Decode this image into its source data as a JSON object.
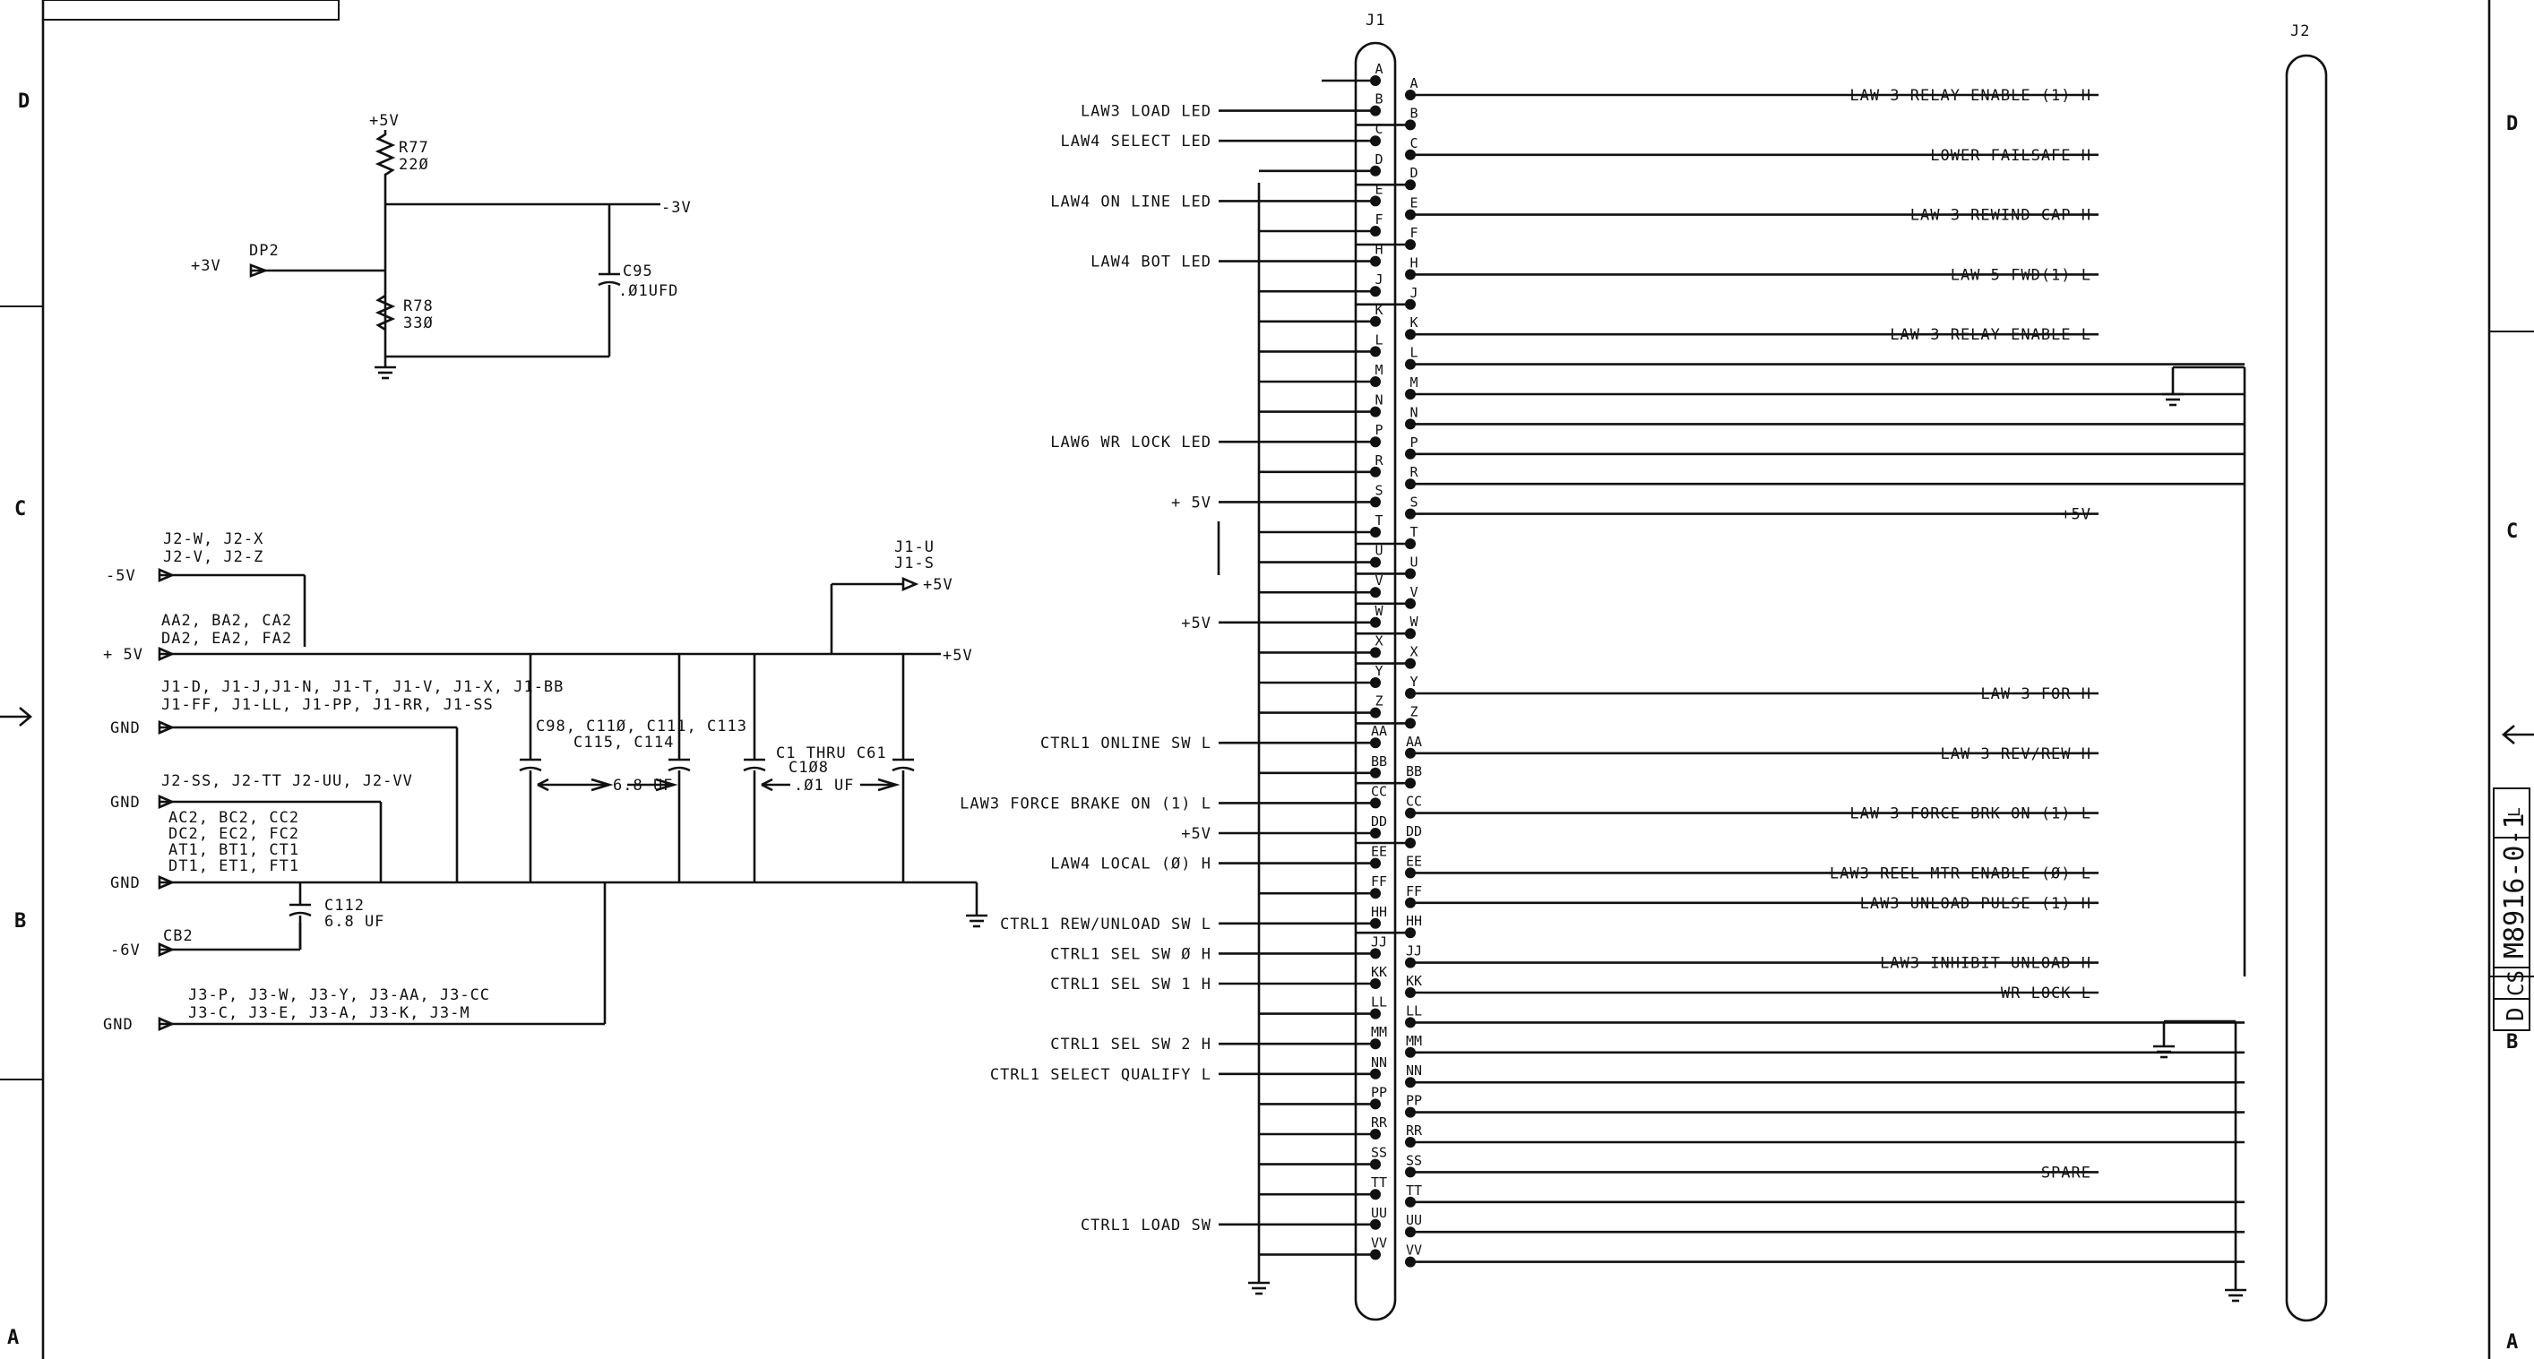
{
  "zones": {
    "left": [
      "D",
      "C",
      "B",
      "A"
    ],
    "right": [
      "D",
      "C",
      "B",
      "A"
    ]
  },
  "title_block": {
    "size": "D",
    "code": "CS",
    "number": "M8916-0-1",
    "rev": "L"
  },
  "power_divider": {
    "supply": "+5V",
    "r77": [
      "R77",
      "22Ø"
    ],
    "r78": [
      "R78",
      "33Ø"
    ],
    "c95": [
      "C95",
      ".Ø1UFD"
    ],
    "dp2": "DP2",
    "in": "+3V",
    "out": "-3V"
  },
  "power_bus": {
    "neg5_refs": [
      "J2-W, J2-X",
      "J2-V, J2-Z"
    ],
    "neg5": "-5V",
    "pos5_refs": [
      "AA2, BA2, CA2",
      "DA2, EA2, FA2"
    ],
    "pos5": "+ 5V",
    "j1_refs": [
      "J1-D, J1-J,J1-N, J1-T, J1-V, J1-X, J1-BB",
      "J1-FF, J1-LL, J1-PP, J1-RR, J1-SS"
    ],
    "gnd": "GND",
    "j2_refs": [
      "J2-SS, J2-TT J2-UU, J2-VV"
    ],
    "gnd_refs": [
      "AC2, BC2, CC2",
      "DC2, EC2, FC2",
      "AT1, BT1, CT1",
      "DT1, ET1, FT1"
    ],
    "c112": [
      "C112",
      "6.8 UF"
    ],
    "neg6": "-6V",
    "cb2": "CB2",
    "j3_refs": [
      "J3-P, J3-W, J3-Y, J3-AA, J3-CC",
      "J3-C, J3-E, J3-A, J3-K, J3-M"
    ],
    "c98_refs": [
      "C98, C11Ø, C111, C113",
      "C115, C114"
    ],
    "c98_val": "6.8 UF",
    "c1_refs": [
      "C1 THRU C61",
      "C1Ø8"
    ],
    "c1_val": ".Ø1 UF",
    "j1u": [
      "J1-U",
      "J1-S"
    ],
    "out_pos5": "+5V",
    "bus_out": "+5V"
  },
  "j1": {
    "name": "J1",
    "pins": [
      "A",
      "B",
      "C",
      "D",
      "E",
      "F",
      "H",
      "J",
      "K",
      "L",
      "M",
      "N",
      "P",
      "R",
      "S",
      "T",
      "U",
      "V",
      "W",
      "X",
      "Y",
      "Z",
      "AA",
      "BB",
      "CC",
      "DD",
      "EE",
      "FF",
      "HH",
      "JJ",
      "KK",
      "LL",
      "MM",
      "NN",
      "PP",
      "RR",
      "SS",
      "TT",
      "UU",
      "VV"
    ],
    "signals": [
      {
        "pin": 1,
        "label": "LAW3 LOAD LED"
      },
      {
        "pin": 2,
        "label": "LAW4 SELECT LED"
      },
      {
        "pin": 4,
        "label": "LAW4 ON LINE LED"
      },
      {
        "pin": 6,
        "label": "LAW4 BOT LED"
      },
      {
        "pin": 12,
        "label": "LAW6 WR LOCK LED"
      },
      {
        "pin": 14,
        "label": "+ 5V"
      },
      {
        "pin": 18,
        "label": "+5V"
      },
      {
        "pin": 22,
        "label": "CTRL1 ONLINE SW L"
      },
      {
        "pin": 24,
        "label": "LAW3 FORCE BRAKE ON (1) L"
      },
      {
        "pin": 25,
        "label": "+5V"
      },
      {
        "pin": 26,
        "label": "LAW4 LOCAL (Ø) H"
      },
      {
        "pin": 28,
        "label": "CTRL1 REW/UNLOAD SW L"
      },
      {
        "pin": 29,
        "label": "CTRL1 SEL SW Ø H"
      },
      {
        "pin": 30,
        "label": "CTRL1 SEL SW 1 H"
      },
      {
        "pin": 32,
        "label": "CTRL1 SEL SW 2 H"
      },
      {
        "pin": 33,
        "label": "CTRL1 SELECT QUALIFY L"
      },
      {
        "pin": 38,
        "label": "CTRL1 LOAD SW"
      }
    ]
  },
  "j2": {
    "name": "J2",
    "pins": [
      "A",
      "B",
      "C",
      "D",
      "E",
      "F",
      "H",
      "J",
      "K",
      "L",
      "M",
      "N",
      "P",
      "R",
      "S",
      "T",
      "U",
      "V",
      "W",
      "X",
      "Y",
      "Z",
      "AA",
      "BB",
      "CC",
      "DD",
      "EE",
      "FF",
      "HH",
      "JJ",
      "KK",
      "LL",
      "MM",
      "NN",
      "PP",
      "RR",
      "SS",
      "TT",
      "UU",
      "VV"
    ],
    "signals": [
      {
        "pin": 0,
        "label": "LAW 3 RELAY ENABLE (1) H"
      },
      {
        "pin": 2,
        "label": "LOWER FAILSAFE H"
      },
      {
        "pin": 4,
        "label": "LAW 3 REWIND CAP H"
      },
      {
        "pin": 6,
        "label": "LAW 5 FWD(1) L"
      },
      {
        "pin": 8,
        "label": "LAW 3 RELAY ENABLE L"
      },
      {
        "pin": 14,
        "label": "+5V"
      },
      {
        "pin": 20,
        "label": "LAW 3 FOR H"
      },
      {
        "pin": 22,
        "label": "LAW 3 REV/REW H"
      },
      {
        "pin": 24,
        "label": "LAW 3 FORCE BRK ON (1) L"
      },
      {
        "pin": 26,
        "label": "LAW3 REEL MTR ENABLE (Ø) L"
      },
      {
        "pin": 27,
        "label": "LAW3 UNLOAD PULSE (1) H"
      },
      {
        "pin": 29,
        "label": "LAW3 INHIBIT UNLOAD H"
      },
      {
        "pin": 30,
        "label": "WR LOCK L"
      },
      {
        "pin": 36,
        "label": "SPARE"
      }
    ]
  }
}
